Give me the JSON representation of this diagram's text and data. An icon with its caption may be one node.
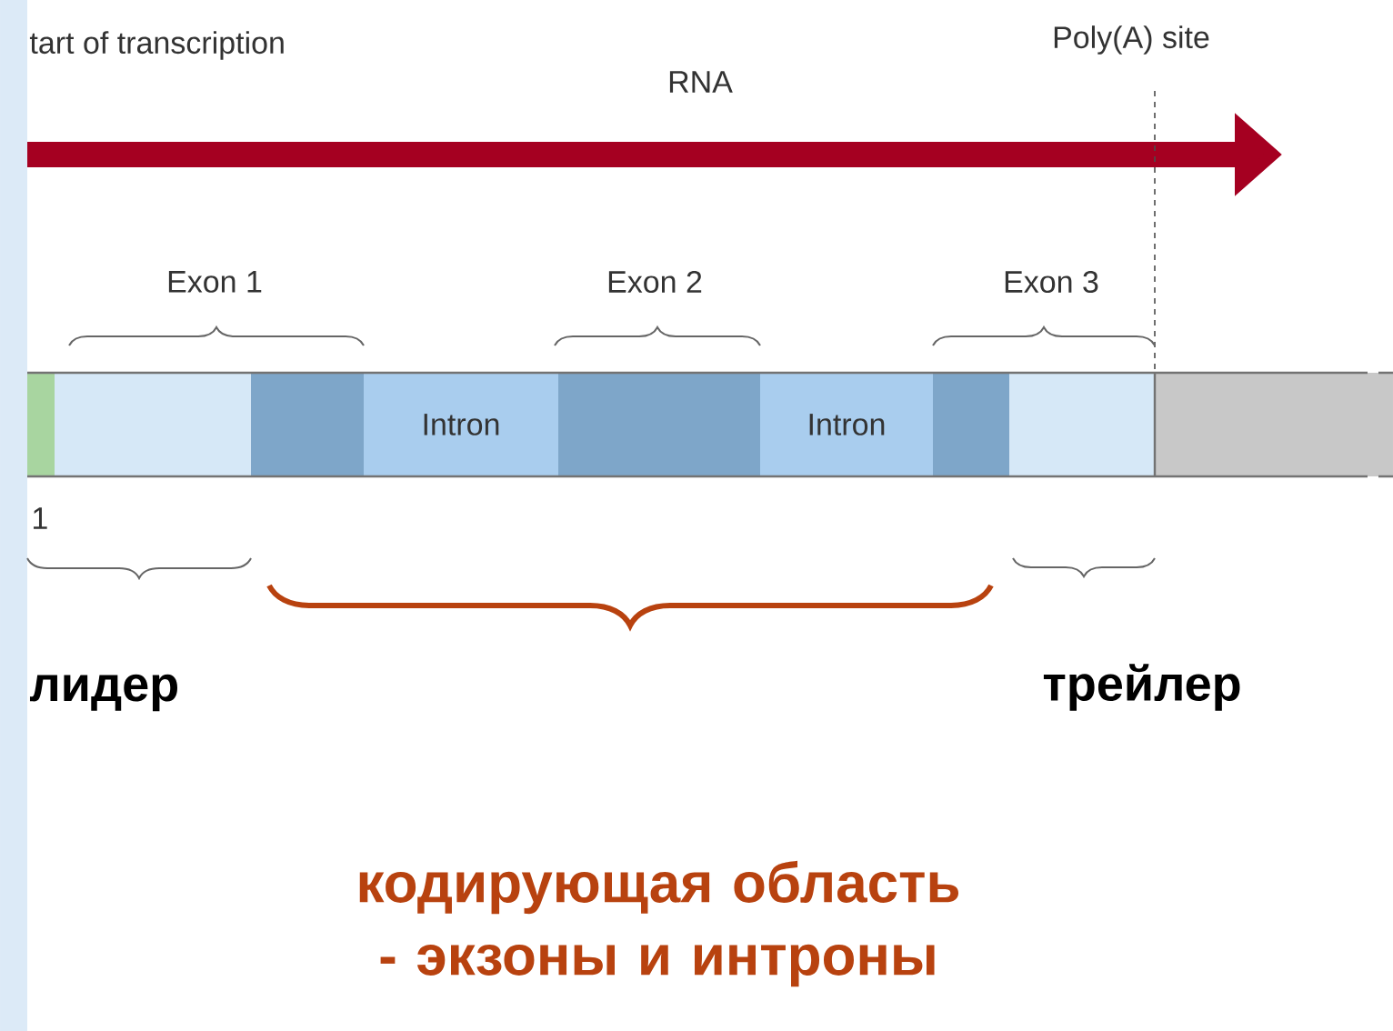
{
  "diagram": {
    "nodes": [
      {
        "text": [],
        "shape": "box"
      },
      {
        "text": [],
        "shape": "box"
      },
      {
        "text": [],
        "shape": "box"
      },
      {
        "text": [
          "Intron"
        ]
      },
      {
        "text": [],
        "shape": "box"
      },
      {
        "text": [
          "Intron"
        ]
      },
      {
        "text": [],
        "shape": "box"
      },
      {
        "text": [],
        "shape": "box"
      },
      {
        "text": [],
        "shape": "box"
      }
    ],
    "labels": [
      "tart of transcription",
      "RNA",
      "Poly(A) site",
      "Exon 1",
      "Exon 2",
      "Exon 3",
      "1",
      "лидер",
      "трейлер",
      "кодирующая область - экзоны и интроны"
    ]
  }
}
